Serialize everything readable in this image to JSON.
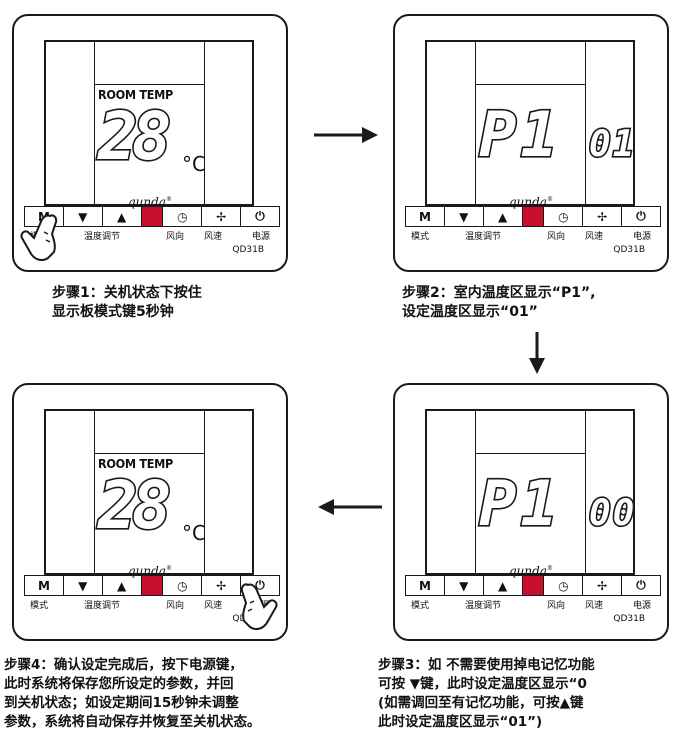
{
  "panel": {
    "room_temp_label": "ROOM TEMP",
    "temp_value": "28",
    "temp_unit": "°C",
    "brand": "qunda",
    "keys": {
      "mode": "M",
      "down": "▼",
      "up": "▲",
      "clock": "◷",
      "fan": "✢",
      "power": "⏻"
    },
    "key_labels": {
      "mode": "模式",
      "temp_adjust": "温度调节",
      "wind_direction": "风向",
      "wind_speed": "风速",
      "power": "电源"
    },
    "model": "QD31B",
    "param_code": "P1"
  },
  "steps": [
    {
      "caption_line1": "步骤1：关机状态下按住",
      "caption_line2": "显示板模式键5秒钟"
    },
    {
      "setting_value": "01",
      "caption_line1": "步骤2：室内温度区显示“P1”,",
      "caption_line2": "设定温度区显示“01”"
    },
    {
      "setting_value": "00",
      "caption_line1": "步骤3：如 不需要使用掉电记忆功能",
      "caption_line2": "可按 ▼键，此时设定温度区显示“0",
      "caption_line3": "(如需调回至有记忆功能，可按▲键",
      "caption_line4": "此时设定温度区显示“01”)"
    },
    {
      "caption_line1": "步骤4：确认设定完成后，按下电源键，",
      "caption_line2": "此时系统将保存您所设定的参数，并回",
      "caption_line3": "到关机状态；如设定期间15秒钟未调整",
      "caption_line4": "参数，系统将自动保存并恢复至关机状态。"
    }
  ],
  "colors": {
    "accent_red": "#c8102e",
    "ink": "#1a1a1a"
  },
  "icons": [
    "mode-key",
    "down-triangle-icon",
    "up-triangle-icon",
    "clock-icon",
    "fan-icon",
    "power-icon",
    "hand-pointer-icon",
    "arrow-right",
    "arrow-down",
    "arrow-left"
  ]
}
